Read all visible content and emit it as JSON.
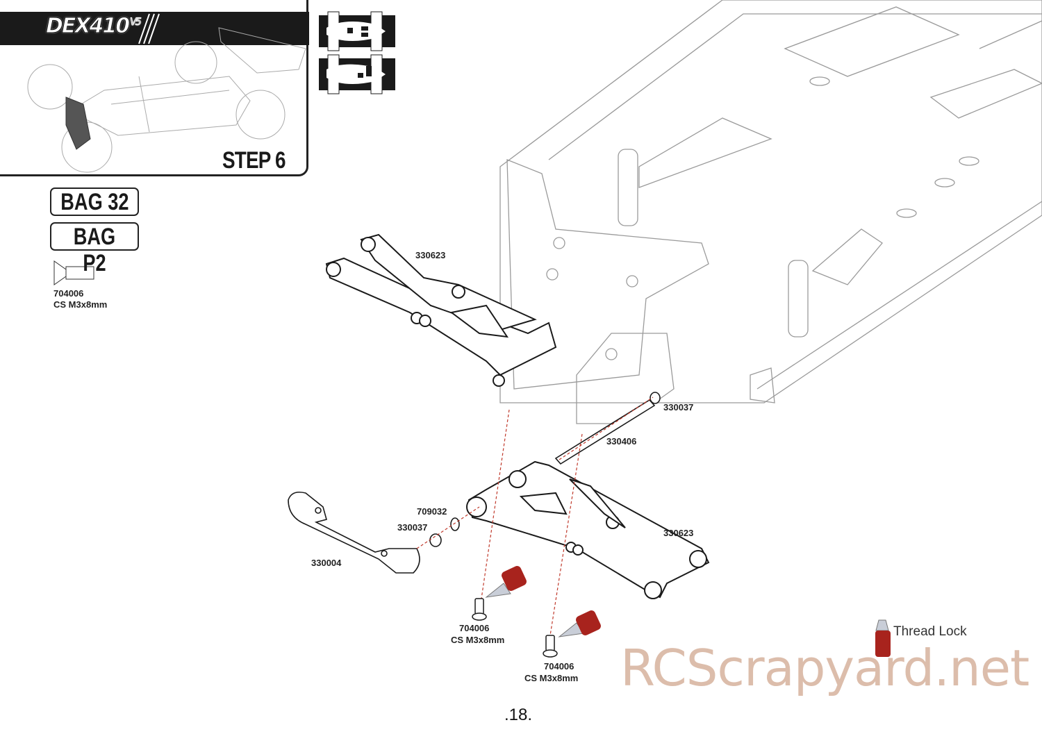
{
  "header": {
    "logo_text": "DEX410",
    "logo_version": "V5",
    "step_label": "STEP 6"
  },
  "bags": [
    "BAG 32",
    "BAG P2"
  ],
  "hardware_legend": {
    "part_number": "704006",
    "description": "CS M3x8mm"
  },
  "callouts": {
    "upper_arm": "330623",
    "inner_bushing": "330037",
    "hinge_pin": "330406",
    "washer": "709032",
    "outer_bushing": "330037",
    "lower_arm": "330623",
    "arm_mount": "330004",
    "screw_1_part": "704006",
    "screw_1_desc": "CS M3x8mm",
    "screw_2_part": "704006",
    "screw_2_desc": "CS M3x8mm"
  },
  "thread_lock_label": "Thread Lock",
  "watermark": "RCScrapyard.net",
  "page_number": ".18.",
  "colors": {
    "ink": "#1a1a1a",
    "chassis": "#9a9a9a",
    "guide": "#c0392b",
    "threadlock": "#a8231d",
    "watermark": "#dcbdab"
  }
}
